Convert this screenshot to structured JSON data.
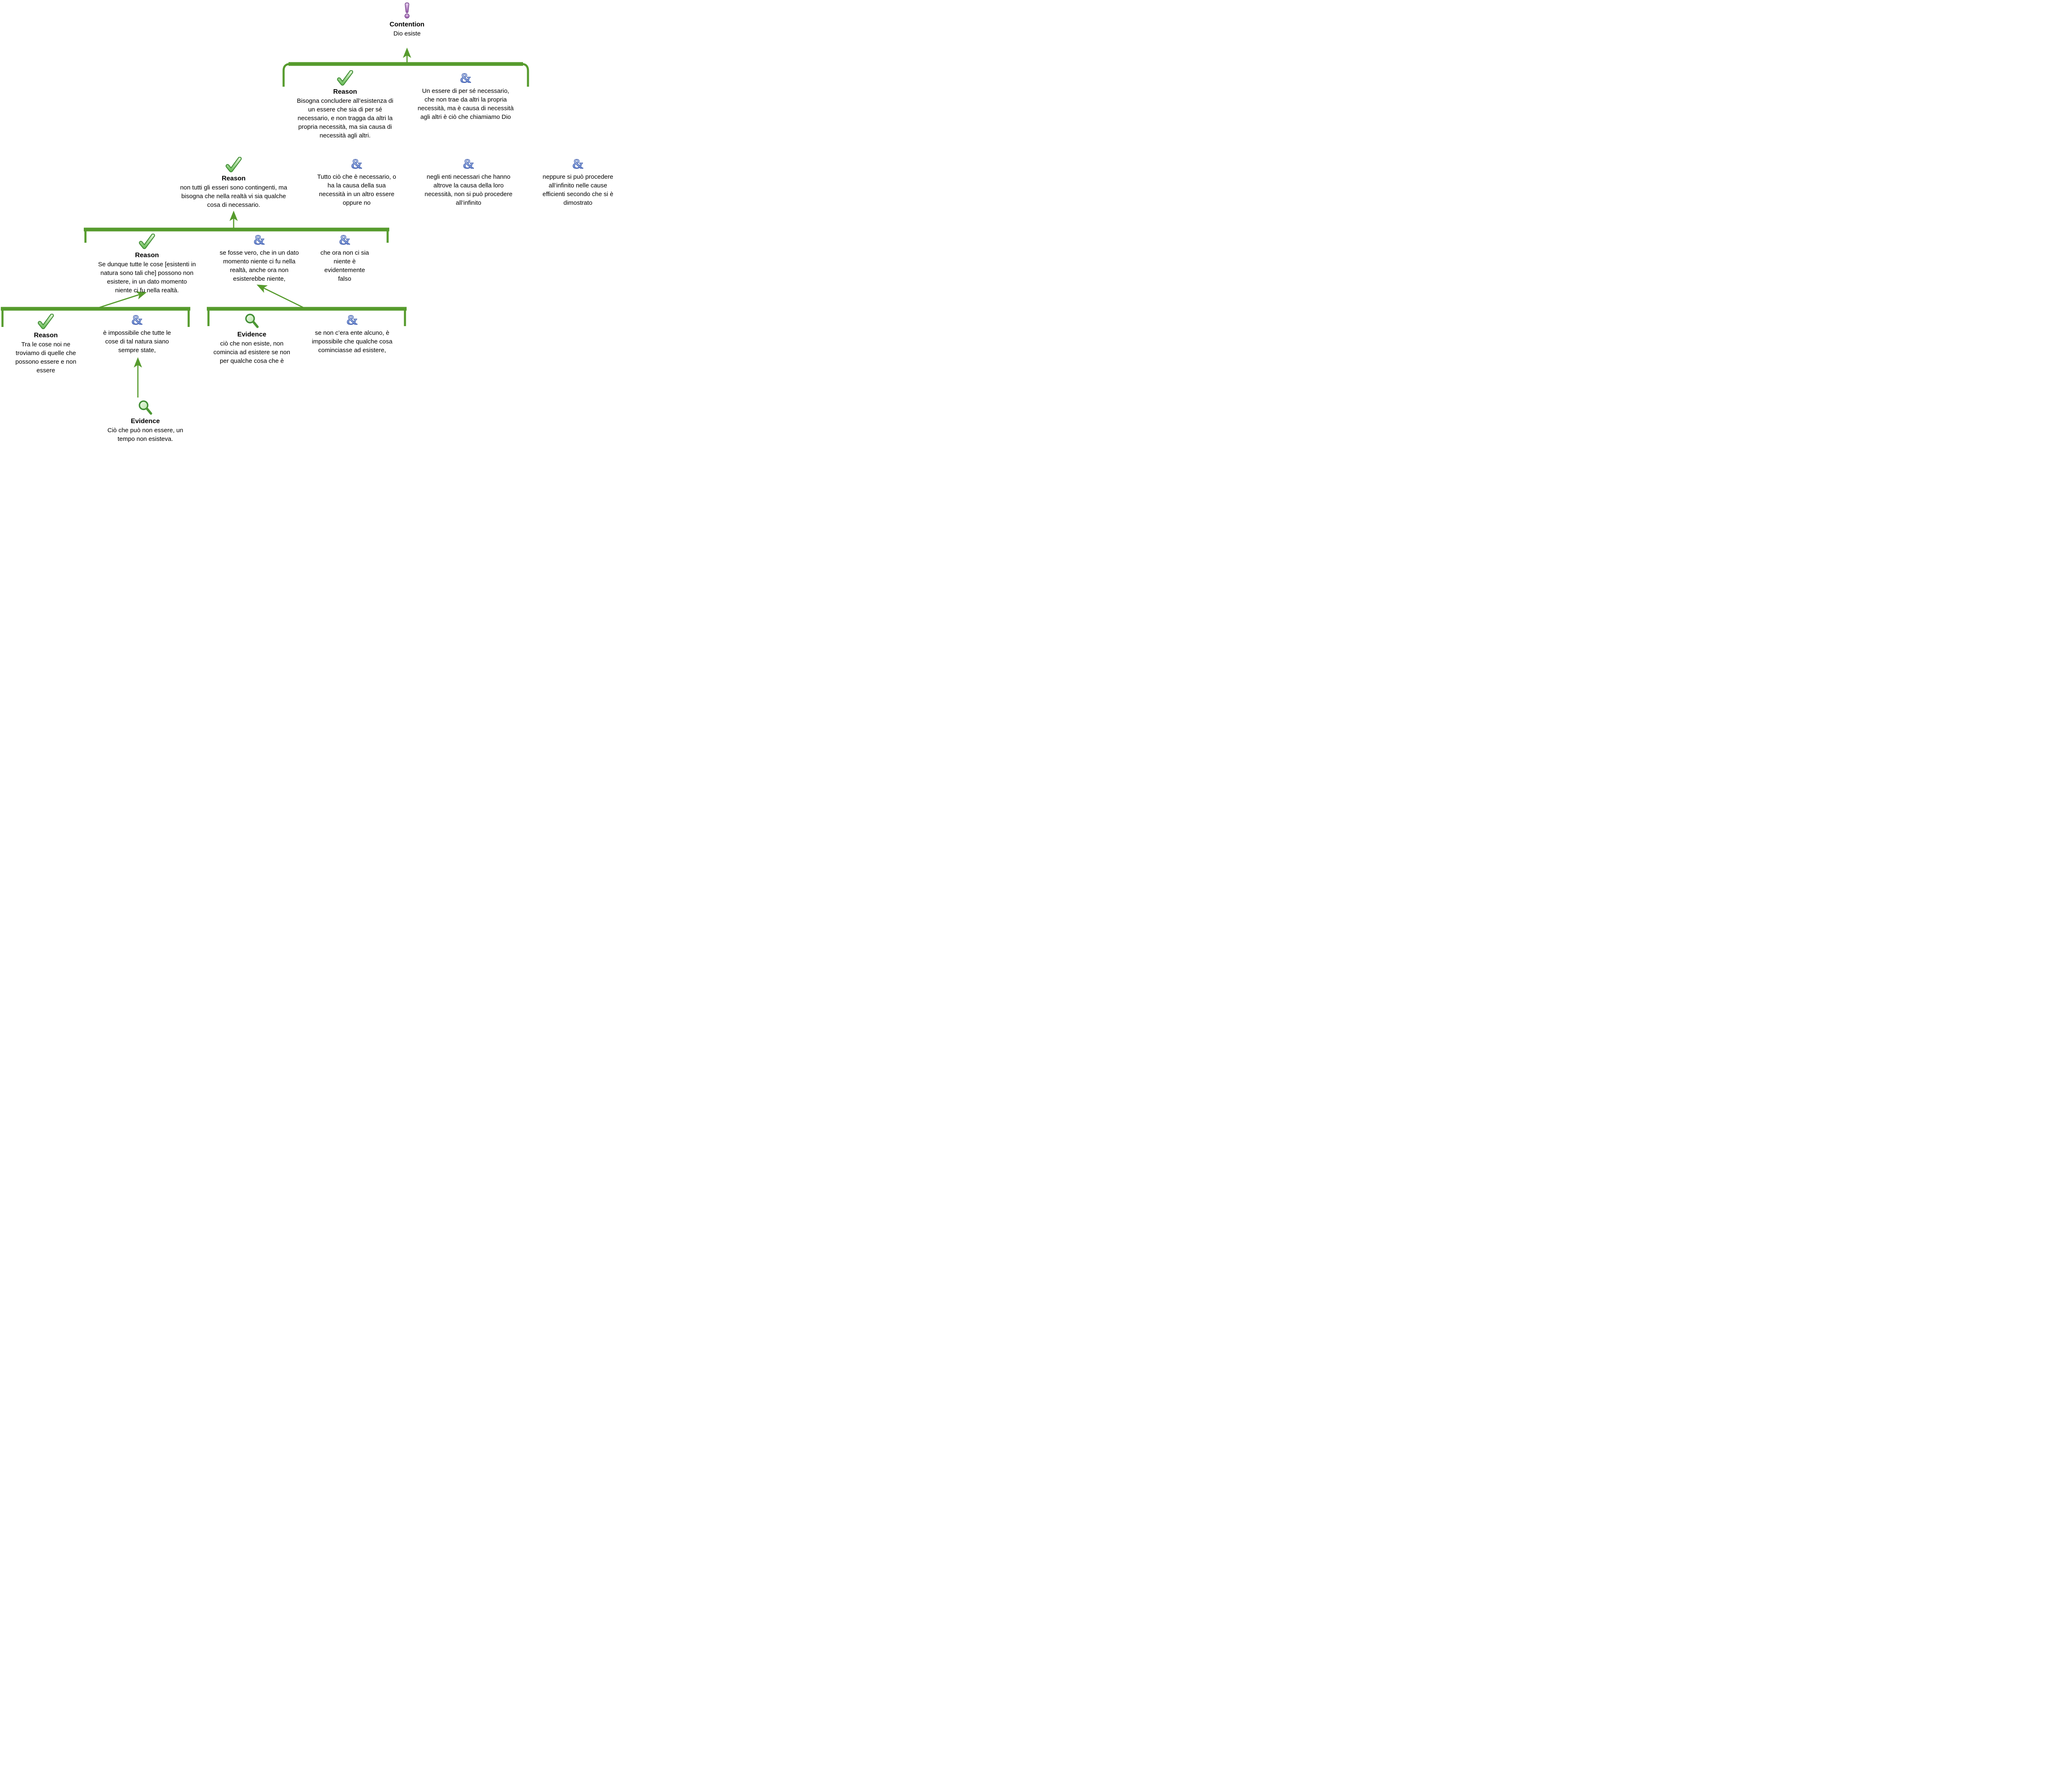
{
  "diagram": {
    "title_node": {
      "label": "Contention",
      "text": "Dio esiste"
    },
    "nodes": {
      "reason1": {
        "label": "Reason",
        "text": "Bisogna concludere all’esistenza di\nun essere che sia di per sé\nnecessario, e non tragga da altri la\npropria necessità, ma sia causa di\nnecessità agli altri."
      },
      "copremise1": {
        "text": "Un essere di per sé necessario,\nche non  trae da altri la propria\nnecessità, ma è causa di necessità\nagli altri è ciò che chiamiamo Dio"
      },
      "reason2": {
        "label": "Reason",
        "text": "non tutti gli esseri sono contingenti, ma\nbisogna che nella realtà vi sia qualche\ncosa di necessario."
      },
      "copremise2a": {
        "text": "Tutto ciò che è necessario, o\nha la causa della sua\nnecessità in un altro essere\noppure no"
      },
      "copremise2b": {
        "text": "negli enti necessari che hanno\naltrove la causa della loro\nnecessità, non si può procedere\nall’infinito"
      },
      "copremise2c": {
        "text": "neppure si può procedere\nall’infinito nelle cause\nefficienti secondo che si è\ndimostrato"
      },
      "reason3": {
        "label": "Reason",
        "text": "Se dunque tutte le cose [esistenti in\nnatura sono tali che] possono non\nesistere, in un dato momento\nniente ci fu nella realtà."
      },
      "copremise3a": {
        "text": "se fosse vero, che in un dato\nmomento niente ci fu nella\nrealtà, anche ora non\nesisterebbe niente,"
      },
      "copremise3b": {
        "text": "che ora non ci sia\nniente è\nevidentemente\nfalso"
      },
      "reason4": {
        "label": "Reason",
        "text": "Tra le cose noi ne\ntroviamo di quelle che\npossono essere e non\nessere"
      },
      "copremise4a": {
        "text": "è impossibile che tutte le\ncose di tal natura siano\nsempre state,"
      },
      "evidence2": {
        "label": "Evidence",
        "text": "ciò che non esiste, non\ncomincia ad esistere se non\nper qualche cosa che è"
      },
      "copremise4b": {
        "text": "se non c’era ente alcuno, è\nimpossibile che qualche cosa\ncominciasse ad esistere,"
      },
      "evidence1": {
        "label": "Evidence",
        "text": "Ciò che può non essere, un\ntempo non esisteva."
      }
    },
    "icons": {
      "contention": "exclamation-icon",
      "reason": "check-icon",
      "evidence": "magnifier-icon",
      "copremise": "and-icon",
      "and_glyph": "&"
    },
    "colors": {
      "bracket_green": "#569b2d",
      "check_green": "#6fbf5e",
      "and_blue": "#4a6cc3",
      "contention_purple": "#9b59ae"
    }
  }
}
